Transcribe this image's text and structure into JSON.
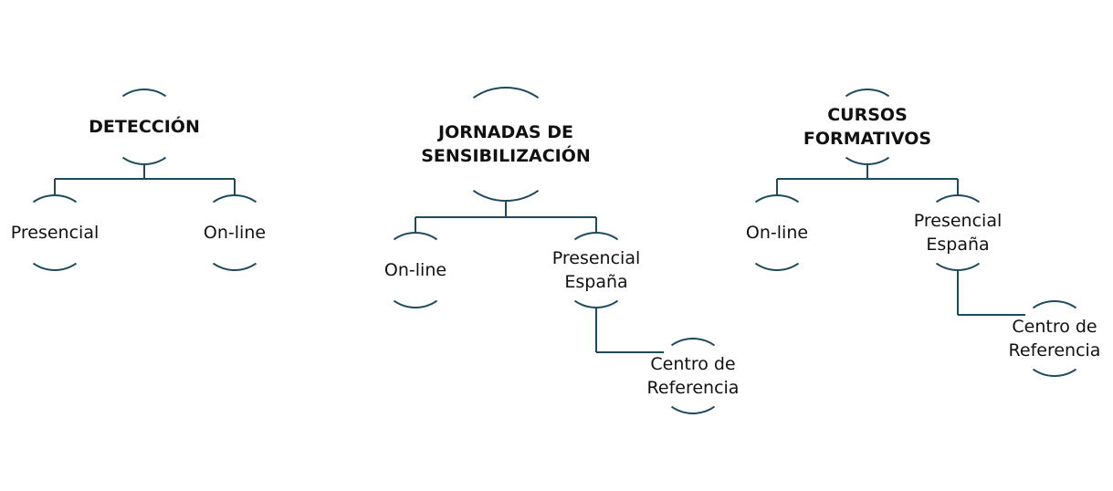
{
  "colors": {
    "line": "#1d4b5e",
    "text": "#111111",
    "background": "#ffffff"
  },
  "trees": [
    {
      "root": "DETECCIÓN",
      "children": [
        {
          "label": "Presencial"
        },
        {
          "label": "On-line"
        }
      ]
    },
    {
      "root": "JORNADAS DE\nSENSIBILIZACIÓN",
      "children": [
        {
          "label": "On-line"
        },
        {
          "label": "Presencial\nEspaña",
          "child": "Centro de\nReferencia"
        }
      ]
    },
    {
      "root": "CURSOS\nFORMATIVOS",
      "children": [
        {
          "label": "On-line"
        },
        {
          "label": "Presencial\nEspaña",
          "child": "Centro de\nReferencia"
        }
      ]
    }
  ]
}
